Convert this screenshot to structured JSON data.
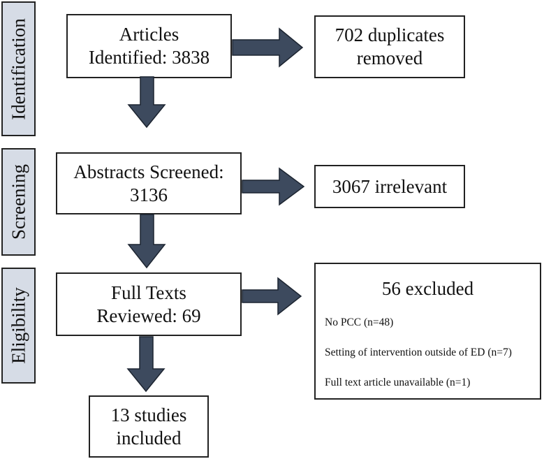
{
  "phases": {
    "identification": "Identification",
    "screening": "Screening",
    "eligibility": "Eligibility"
  },
  "boxes": {
    "identified": "Articles Identified: 3838",
    "duplicates": "702 duplicates removed",
    "screened": "Abstracts Screened: 3136",
    "irrelevant": "3067 irrelevant",
    "full_texts": "Full Texts Reviewed: 69",
    "included": "13 studies included"
  },
  "excluded": {
    "title": "56 excluded",
    "reasons": [
      "No PCC (n=48)",
      "Setting of intervention outside of ED (n=7)",
      "Full text article unavailable (n=1)"
    ]
  },
  "colors": {
    "phase_fill": "#d6dce6",
    "arrow_fill": "#3d4a5e"
  }
}
